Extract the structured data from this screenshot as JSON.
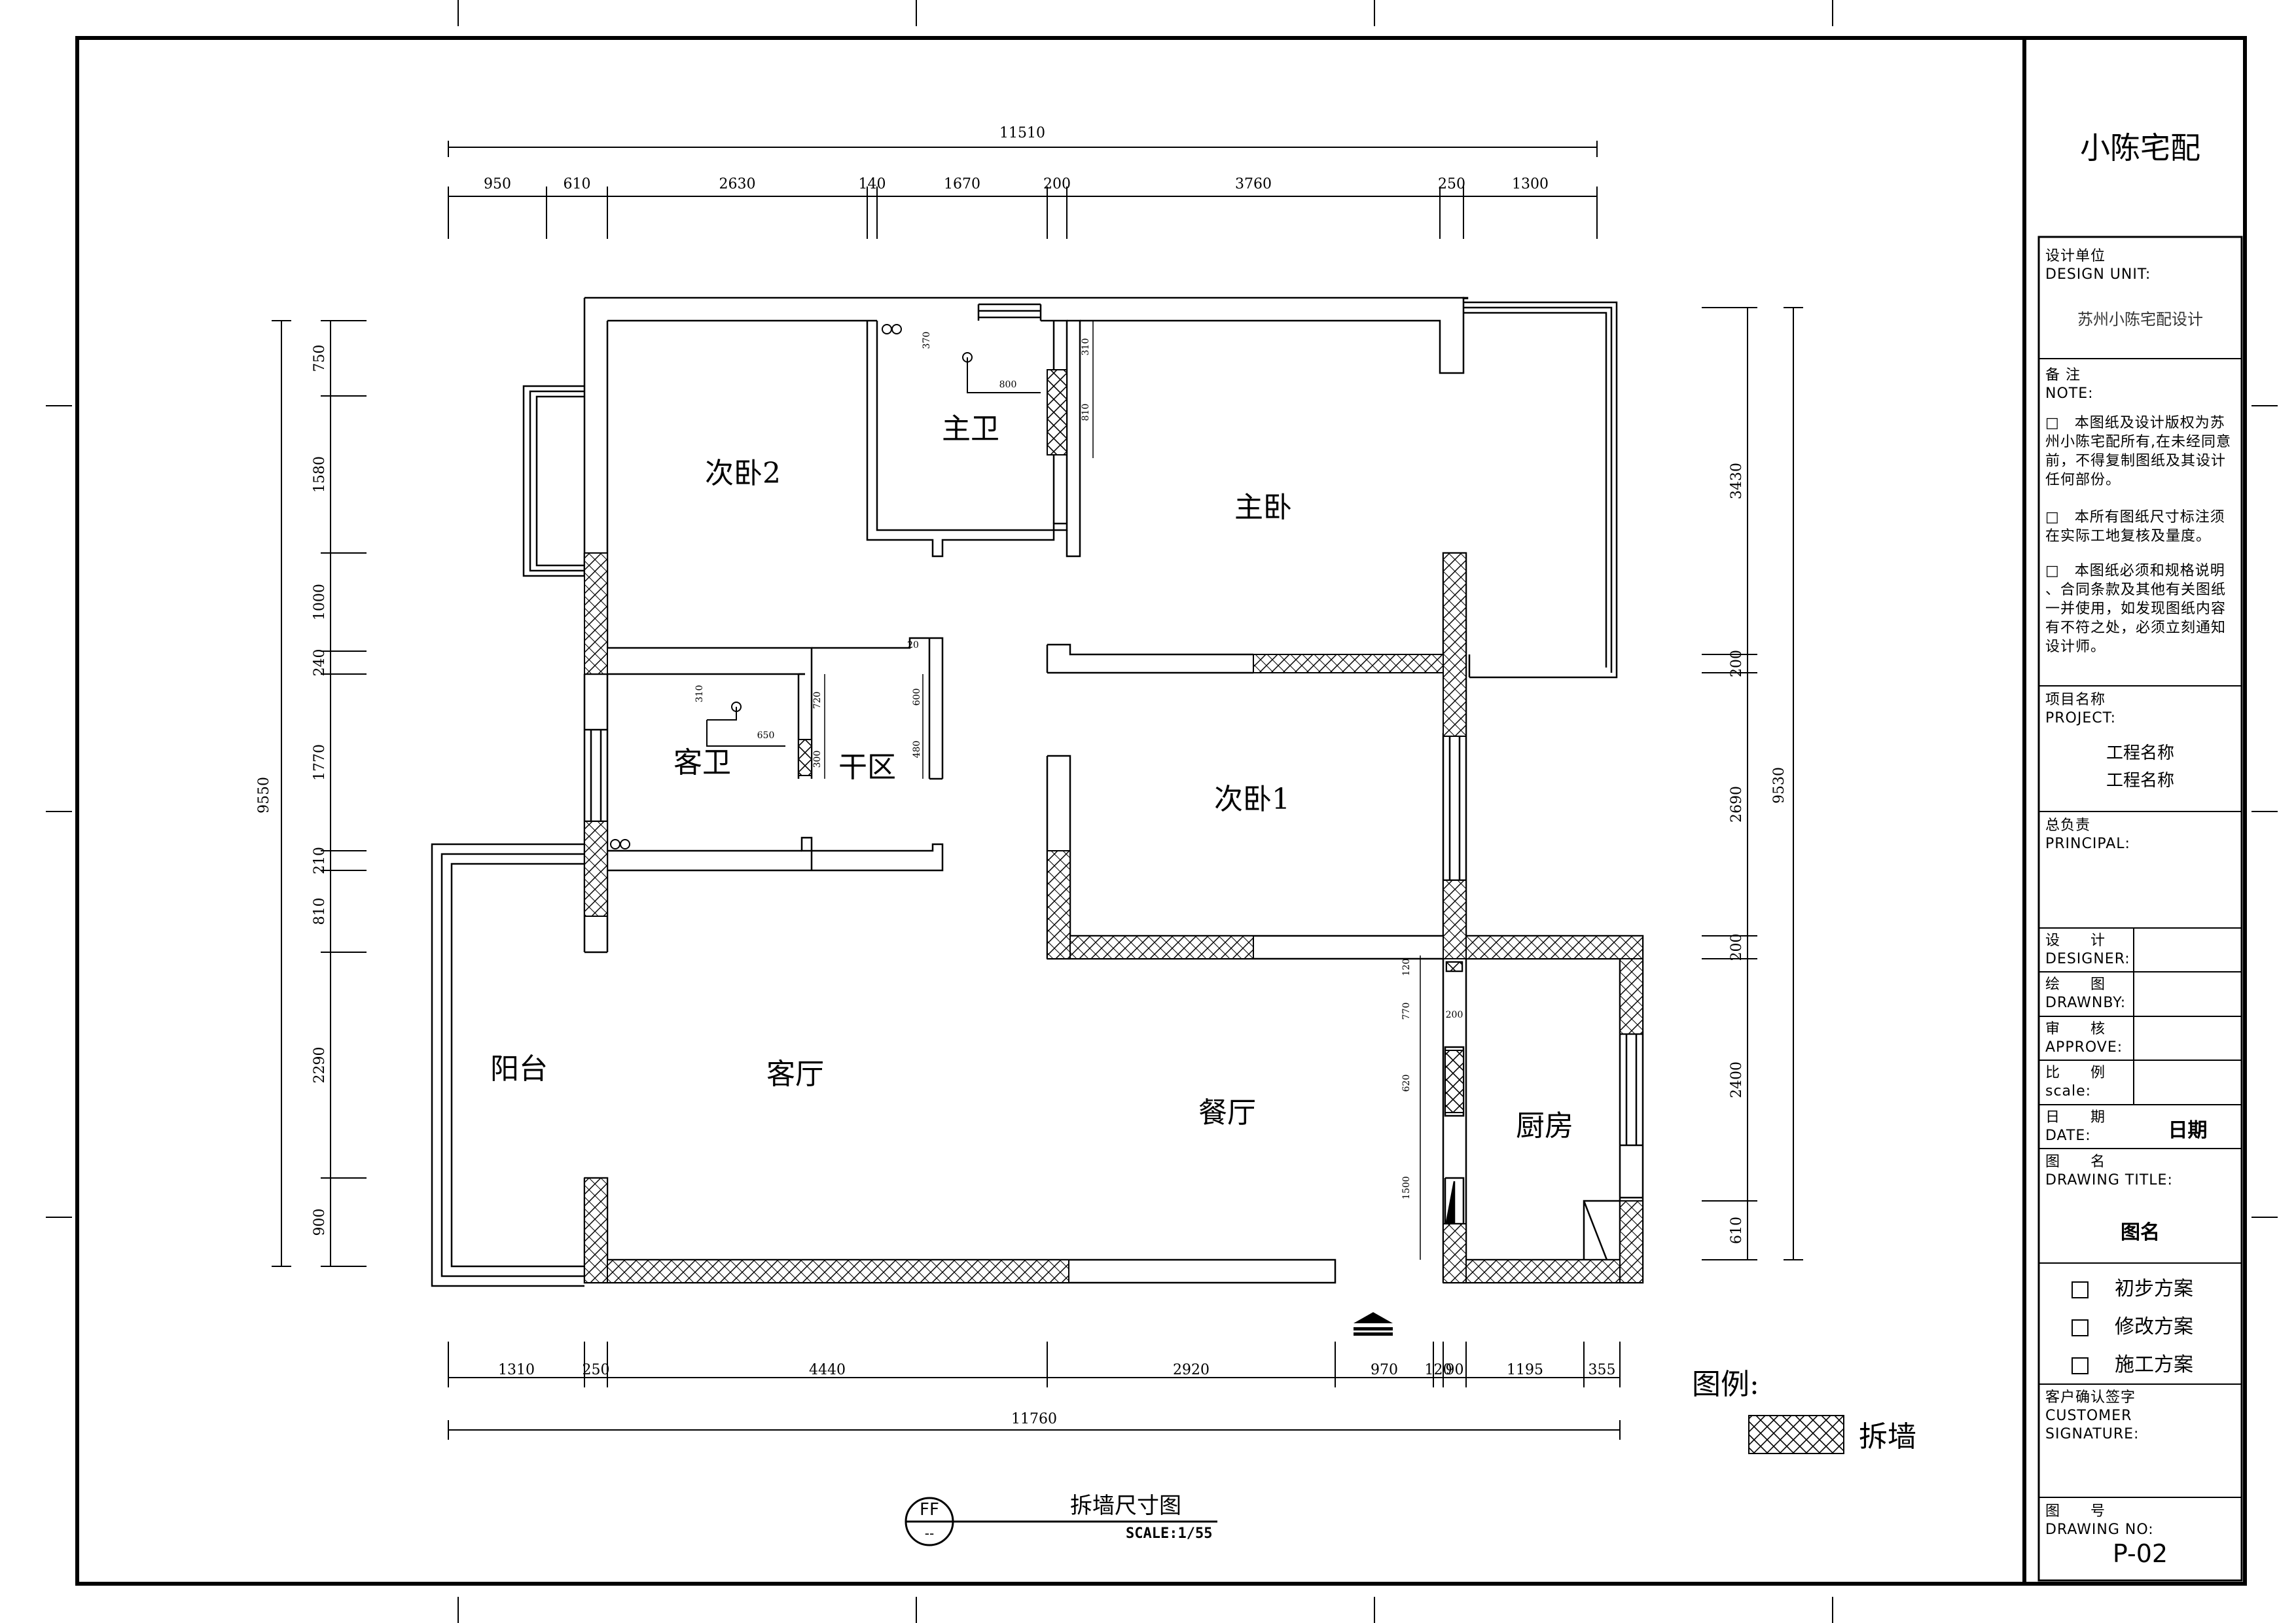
{
  "title_block": {
    "company": "小陈宅配",
    "design_unit_cn": "设计单位",
    "design_unit_en": "DESIGN UNIT:",
    "design_unit_value": "苏州小陈宅配设计",
    "note_cn": "备 注",
    "note_en": "NOTE:",
    "notes": [
      [
        "□　本图纸及设计版权为苏",
        "州小陈宅配所有,在未经同意",
        "前，不得复制图纸及其设计",
        "任何部份。"
      ],
      [
        "□　本所有图纸尺寸标注须",
        "在实际工地复核及量度。"
      ],
      [
        "□　本图纸必须和规格说明",
        "、合同条款及其他有关图纸",
        "一并使用，如发现图纸内容",
        "有不符之处，必须立刻通知",
        "设计师。"
      ]
    ],
    "project_cn": "项目名称",
    "project_en": "PROJECT:",
    "project_value_1": "工程名称",
    "project_value_2": "工程名称",
    "principal_cn": "总负责",
    "principal_en": "PRINCIPAL:",
    "designer_cn": "设　　计",
    "designer_en": "DESIGNER:",
    "drawnby_cn": "绘　　图",
    "drawnby_en": "DRAWNBY:",
    "approve_cn": "审　　核",
    "approve_en": "APPROVE:",
    "scale_cn": "比　　例",
    "scale_en": "scale:",
    "date_cn": "日　　期",
    "date_en": "DATE:",
    "date_value": "日期",
    "drawing_title_cn": "图　　名",
    "drawing_title_en": "DRAWING TITLE:",
    "drawing_title_value": "图名",
    "stages": [
      "初步方案",
      "修改方案",
      "施工方案"
    ],
    "customer_cn": "客户确认签字",
    "customer_en_1": "CUSTOMER",
    "customer_en_2": "SIGNATURE:",
    "drawing_no_cn": "图　　号",
    "drawing_no_en": "DRAWING NO:",
    "drawing_no_value": "P-02"
  },
  "plan": {
    "caption": "拆墙尺寸图",
    "scale": "SCALE:1/55",
    "symbol_top": "FF",
    "symbol_bottom": "--",
    "legend_title": "图例:",
    "legend_item": "拆墙",
    "rooms": {
      "bedroom2": "次卧2",
      "master_bath": "主卫",
      "master_bed": "主卧",
      "guest_bath": "客卫",
      "dry_zone": "干区",
      "bedroom1": "次卧1",
      "balcony": "阳台",
      "living": "客厅",
      "dining": "餐厅",
      "kitchen": "厨房"
    },
    "dims_top_total": "11510",
    "dims_top": [
      "950",
      "610",
      "2630",
      "140",
      "1670",
      "200",
      "3760",
      "250",
      "1300"
    ],
    "dims_bottom": [
      "1310",
      "250",
      "4440",
      "2920",
      "970",
      "120",
      "90",
      "1195",
      "355"
    ],
    "dims_bottom_total": "11760",
    "dims_left_total": "9550",
    "dims_left": [
      "750",
      "1580",
      "1000",
      "240",
      "1770",
      "210",
      "810",
      "2290",
      "900"
    ],
    "dims_right_total": "9530",
    "dims_right": [
      "3430",
      "200",
      "2690",
      "200",
      "2400",
      "610"
    ],
    "dims_inner": {
      "mb_370": "370",
      "mb_800": "800",
      "mb_310": "310",
      "mb_810": "810",
      "gb_310": "310",
      "gb_650": "650",
      "dz_20": "20",
      "dz_720": "720",
      "dz_300": "300",
      "dz_600": "600",
      "dz_480": "480",
      "k_120": "120",
      "k_770": "770",
      "k_200": "200",
      "k_620": "620",
      "k_1500": "1500"
    }
  }
}
